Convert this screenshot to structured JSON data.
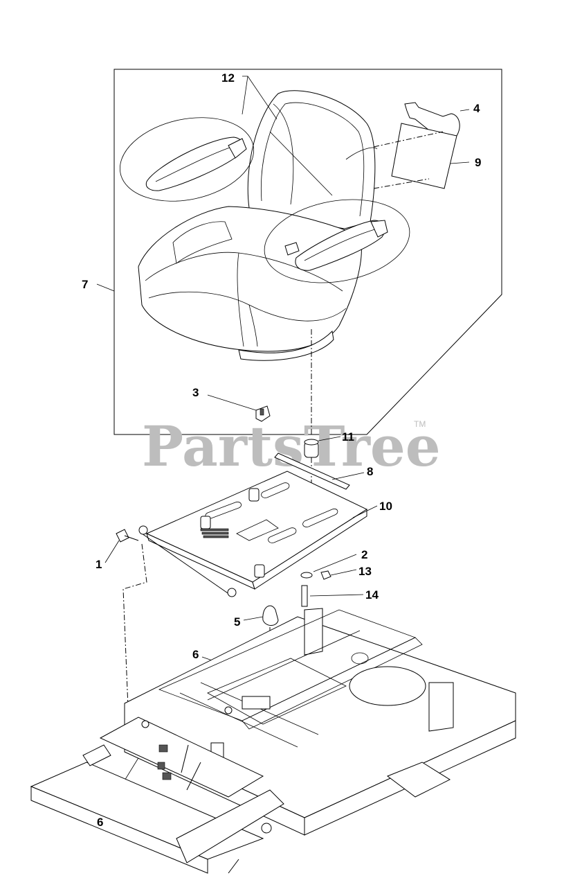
{
  "diagram": {
    "watermark": "PartsTree",
    "trademark": "TM",
    "callouts": {
      "c1": "1",
      "c2": "2",
      "c3": "3",
      "c4": "4",
      "c5": "5",
      "c6a": "6",
      "c6b": "6",
      "c7": "7",
      "c8": "8",
      "c9": "9",
      "c10": "10",
      "c11": "11",
      "c12": "12",
      "c13": "13",
      "c14": "14"
    }
  }
}
